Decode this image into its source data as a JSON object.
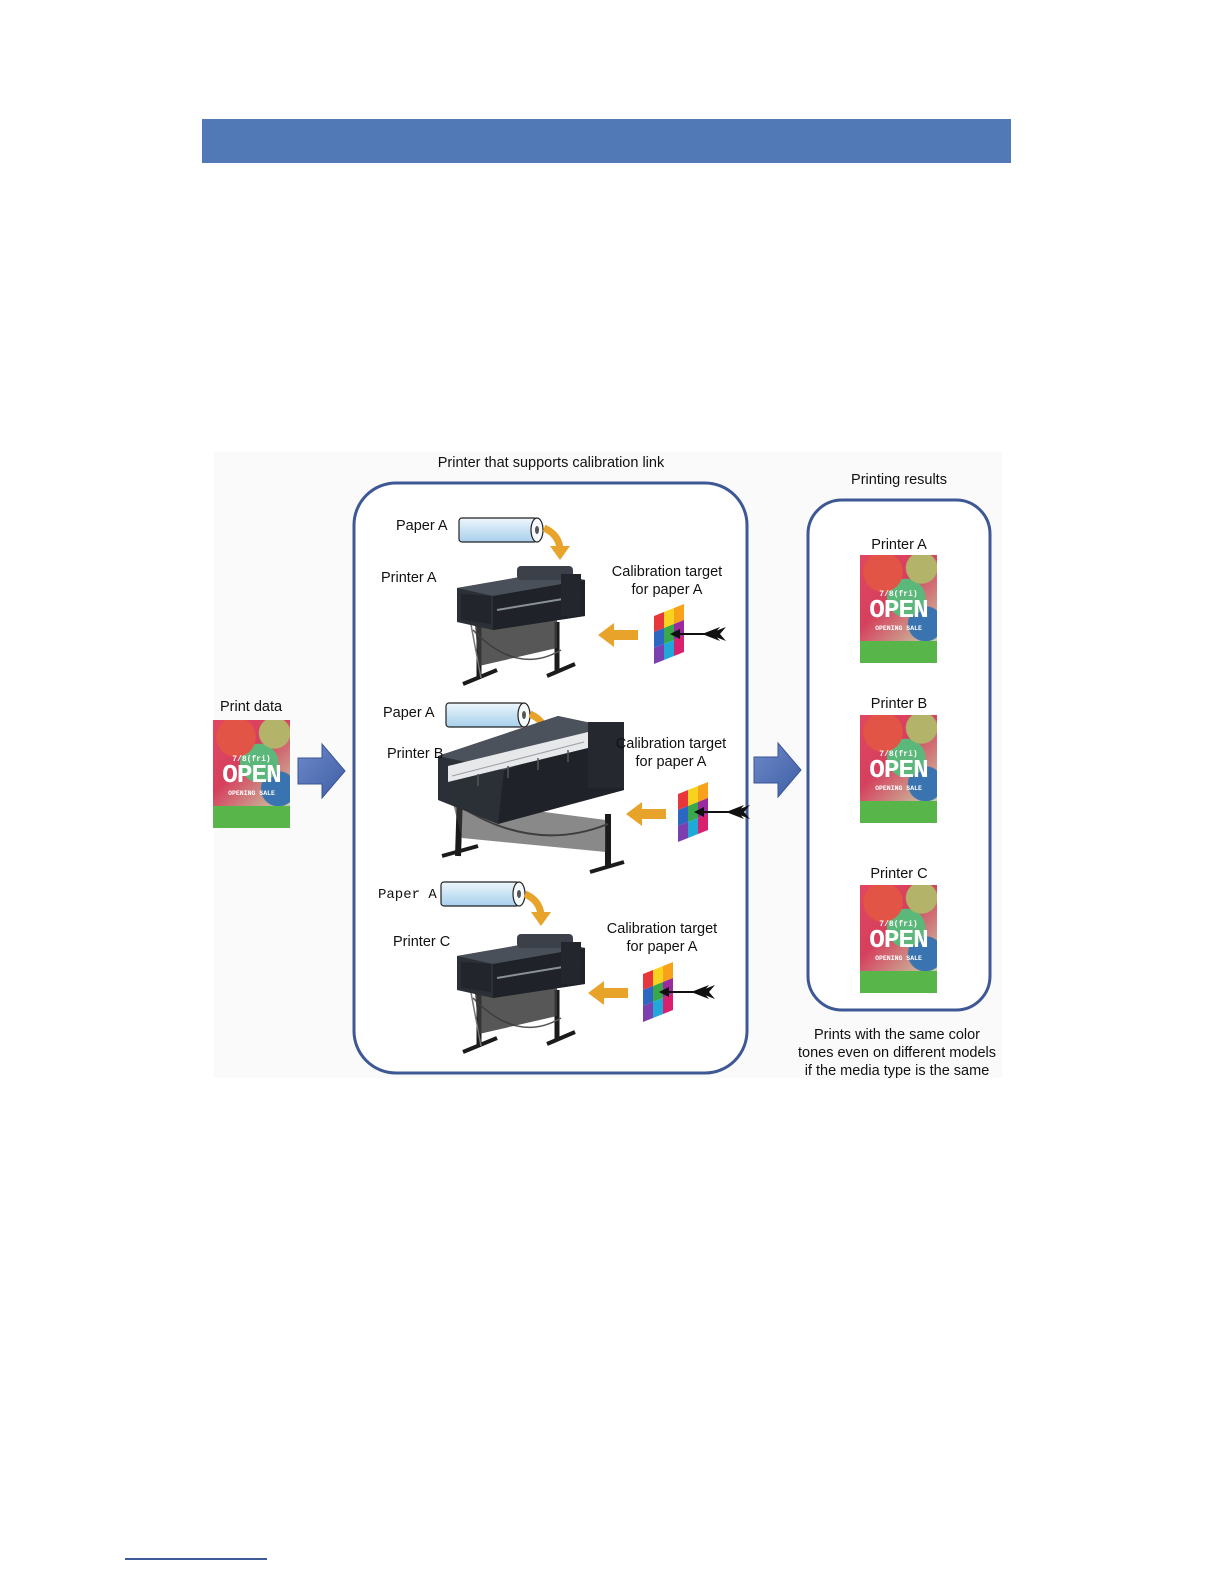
{
  "diagram": {
    "center_title": "Printer that supports calibration link",
    "input_label": "Print data",
    "results_title": "Printing results",
    "result_caption": [
      "Prints with the same color",
      "tones even on different models",
      "if the media type is the same"
    ],
    "groups": [
      {
        "paper": "Paper A",
        "printer": "Printer A",
        "target_line1": "Calibration target",
        "target_line2": "for paper A"
      },
      {
        "paper": "Paper A",
        "printer": "Printer B",
        "target_line1": "Calibration target",
        "target_line2": "for paper A"
      },
      {
        "paper": "Paper A",
        "printer": "Printer C",
        "target_line1": "Calibration target",
        "target_line2": "for paper A"
      }
    ],
    "results": [
      {
        "label": "Printer A"
      },
      {
        "label": "Printer B"
      },
      {
        "label": "Printer C"
      }
    ],
    "poster": {
      "date": "7/8(fri)",
      "headline": "OPEN",
      "subline": "OPENING SALE"
    }
  },
  "colors": {
    "header_bar": "#5079b5",
    "frame_stroke": "#3e5896",
    "flow_arrow": "#4d6cb0",
    "feed_arrow": "#e8a32b",
    "poster_green": "#58b54a"
  }
}
